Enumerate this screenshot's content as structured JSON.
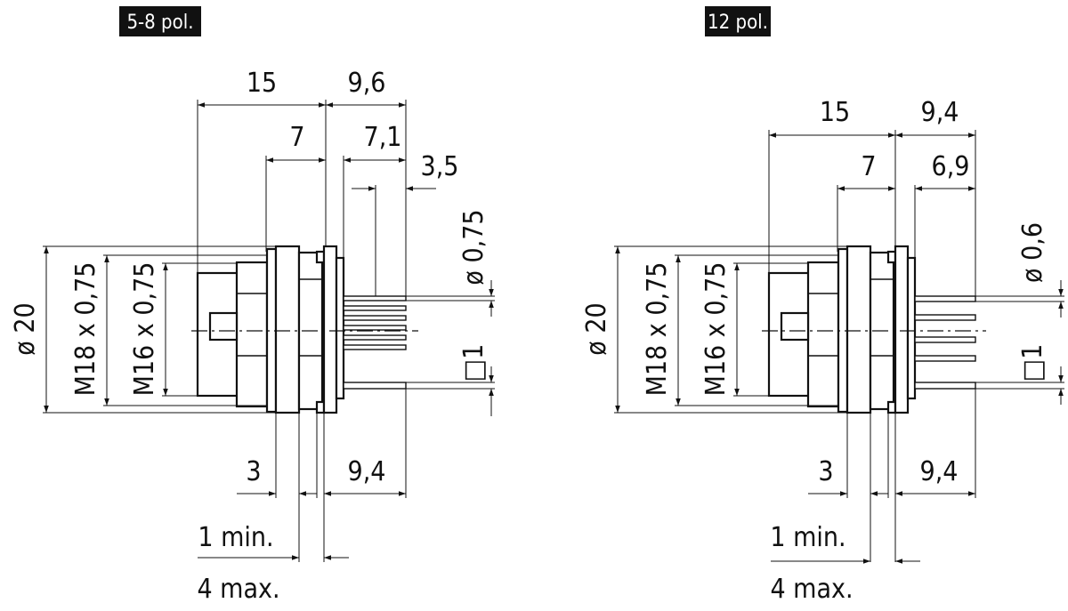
{
  "views": [
    {
      "tag": "5-8 pol.",
      "dims": {
        "top_15": "15",
        "top_9_6": "9,6",
        "top_7": "7",
        "top_7_1": "7,1",
        "top_3_5": "3,5",
        "pin_dia": "ø 0,75",
        "pin_square": "□1",
        "dia_20": "ø 20",
        "m18": "M18 x 0,75",
        "m16": "M16 x 0,75",
        "bottom_3": "3",
        "bottom_9_4": "9,4",
        "min_1": "1 min.",
        "max_4": "4 max."
      }
    },
    {
      "tag": "12 pol.",
      "dims": {
        "top_15": "15",
        "top_9_4": "9,4",
        "top_7": "7",
        "top_6_9": "6,9",
        "pin_dia": "ø 0,6",
        "pin_square": "□1",
        "dia_20": "ø 20",
        "m18": "M18 x 0,75",
        "m16": "M16 x 0,75",
        "bottom_3": "3",
        "bottom_9_4": "9,4",
        "min_1": "1 min.",
        "max_4": "4 max."
      }
    }
  ]
}
